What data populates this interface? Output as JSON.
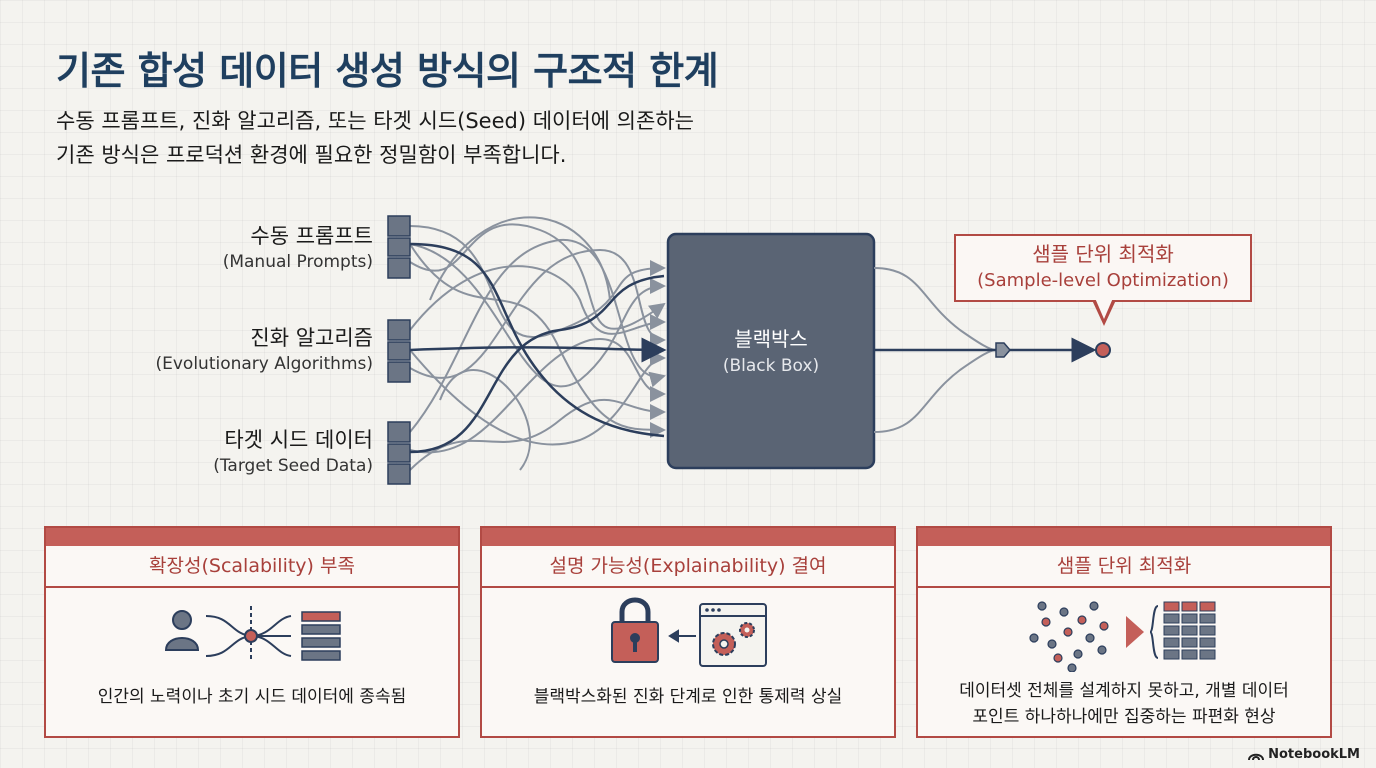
{
  "title": "기존 합성 데이터 생성 방식의 구조적 한계",
  "subtitle": {
    "line1": "수동 프롬프트, 진화 알고리즘, 또는 타겟 시드(Seed) 데이터에 의존하는",
    "line2": "기존 방식은 프로덕션 환경에 필요한 정밀함이 부족합니다."
  },
  "sources": [
    {
      "ko": "수동 프롬프트",
      "en": "(Manual Prompts)"
    },
    {
      "ko": "진화 알고리즘",
      "en": "(Evolutionary Algorithms)"
    },
    {
      "ko": "타겟 시드 데이터",
      "en": "(Target Seed Data)"
    }
  ],
  "blackbox": {
    "ko": "블랙박스",
    "en": "(Black Box)"
  },
  "callout": {
    "ko": "샘플 단위 최적화",
    "en": "(Sample-level Optimization)"
  },
  "cards": [
    {
      "header": "확장성(Scalability) 부족",
      "desc1": "인간의 노력이나 초기 시드 데이터에 종속됨",
      "desc2": ""
    },
    {
      "header": "설명 가능성(Explainability) 결여",
      "desc1": "블랙박스화된 진화 단계로 인한 통제력 상실",
      "desc2": ""
    },
    {
      "header": "샘플 단위 최적화",
      "desc1": "데이터셋 전체를 설계하지 못하고, 개별 데이터",
      "desc2": "포인트 하나하나에만 집중하는 파편화 현상"
    }
  ],
  "brand": "NotebookLM",
  "colors": {
    "title": "#1f3f5f",
    "accent": "#b24a44",
    "box": "#5a6474",
    "line_dark": "#2c3e5c",
    "line_light": "#8a929e"
  },
  "icons": [
    "person-icon",
    "funnel-icon",
    "table-icon",
    "lock-icon",
    "browser-gear-icon",
    "scatter-dots-icon",
    "arrow-right-icon"
  ]
}
